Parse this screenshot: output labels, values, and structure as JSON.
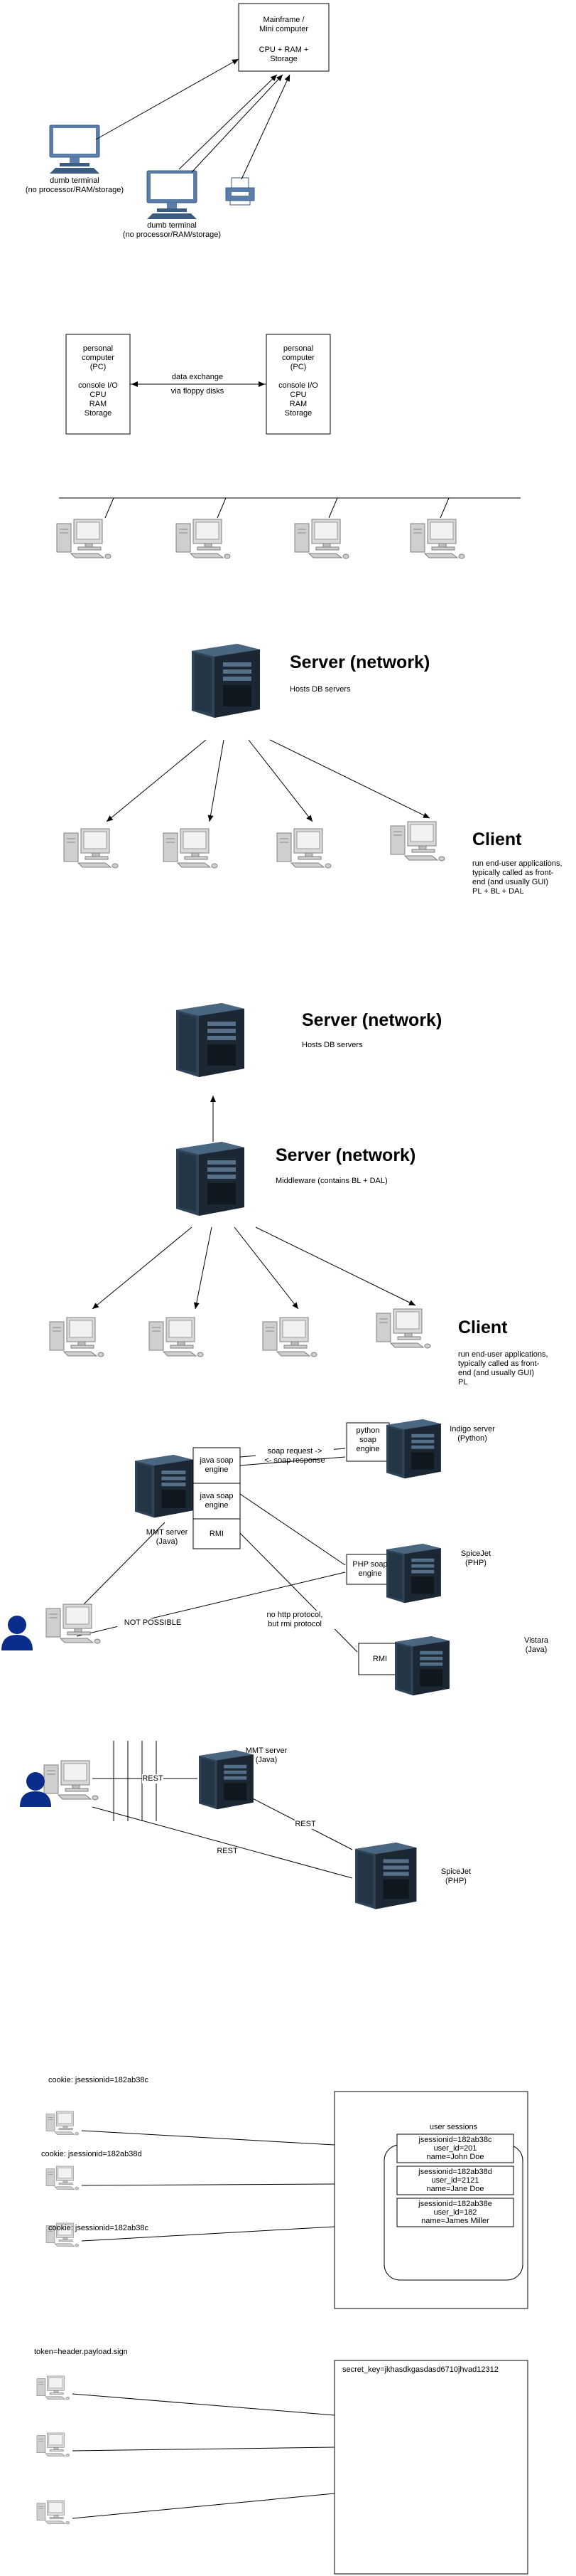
{
  "section1": {
    "mainframe_title": "Mainframe /",
    "mainframe_title2": "Mini computer",
    "mainframe_spec": "CPU + RAM +",
    "mainframe_spec2": "Storage",
    "terminal1_l1": "dumb terminal",
    "terminal1_l2": "(no processor/RAM/storage)",
    "terminal2_l1": "dumb terminal",
    "terminal2_l2": "(no processor/RAM/storage)"
  },
  "section2": {
    "pc_l1": "personal",
    "pc_l2": "computer",
    "pc_l3": "(PC)",
    "pc_l4": "console I/O",
    "pc_l5": "CPU",
    "pc_l6": "RAM",
    "pc_l7": "Storage",
    "exchange_l1": "data exchange",
    "exchange_l2": "via floppy disks"
  },
  "section4": {
    "server_title": "Server (network)",
    "server_sub": "Hosts DB servers",
    "client_title": "Client",
    "client_l1": "run end-user applications,",
    "client_l2": "typically called as front-",
    "client_l3": "end (and usually GUI)",
    "client_l4": "PL + BL + DAL"
  },
  "section5": {
    "db_title": "Server (network)",
    "db_sub": "Hosts DB servers",
    "mw_title": "Server (network)",
    "mw_sub": "Middleware (contains BL + DAL)",
    "client_title": "Client",
    "client_l1": "run end-user applications,",
    "client_l2": "typically called as front-",
    "client_l3": "end (and usually GUI)",
    "client_l4": "PL"
  },
  "section6": {
    "java_soap_l1": "java soap",
    "java_soap_l2": "engine",
    "java_soap2_l1": "java soap",
    "java_soap2_l2": "engine",
    "rmi": "RMI",
    "mmt_l1": "MMT server",
    "mmt_l2": "(Java)",
    "soap_req": "soap request ->",
    "soap_resp": "<- soap response",
    "python_soap_l1": "python",
    "python_soap_l2": "soap",
    "python_soap_l3": "engine",
    "indigo_l1": "Indigo server",
    "indigo_l2": "(Python)",
    "php_soap_l1": "PHP soap",
    "php_soap_l2": "engine",
    "spicejet_l1": "SpiceJet",
    "spicejet_l2": "(PHP)",
    "no_http_l1": "no http protocol,",
    "no_http_l2": "but rmi protocol",
    "rmi2": "RMI",
    "vistara_l1": "Vistara",
    "vistara_l2": "(Java)",
    "not_possible": "NOT POSSIBLE"
  },
  "section7": {
    "mmt_l1": "MMT server",
    "mmt_l2": "(Java)",
    "rest1": "REST",
    "rest2": "REST",
    "rest3": "REST",
    "spicejet_l1": "SpiceJet",
    "spicejet_l2": "(PHP)"
  },
  "section8": {
    "cookie1": "cookie: jsessionid=182ab38c",
    "cookie2": "cookie: jsessionid=182ab38d",
    "cookie3": "cookie: jsessionid=182ab38c",
    "sessions_title": "user sessions",
    "s1_l1": "jsessionid=182ab38c",
    "s1_l2": "user_id=201",
    "s1_l3": "name=John Doe",
    "s2_l1": "jsessionid=182ab38d",
    "s2_l2": "user_id=2121",
    "s2_l3": "name=Jane Doe",
    "s3_l1": "jsessionid=182ab38e",
    "s3_l2": "user_id=182",
    "s3_l3": "name=James Miller"
  },
  "section9": {
    "token": "token=header.payload.sign",
    "secret": "secret_key=jkhasdkgasdasd6710jhvad12312"
  },
  "colors": {
    "server_dark": "#1b2733",
    "server_mid": "#2f4458",
    "monitor_blue": "#5b7ea8",
    "user_blue": "#0a2d8c",
    "pc_gray": "#d9d9d9"
  }
}
